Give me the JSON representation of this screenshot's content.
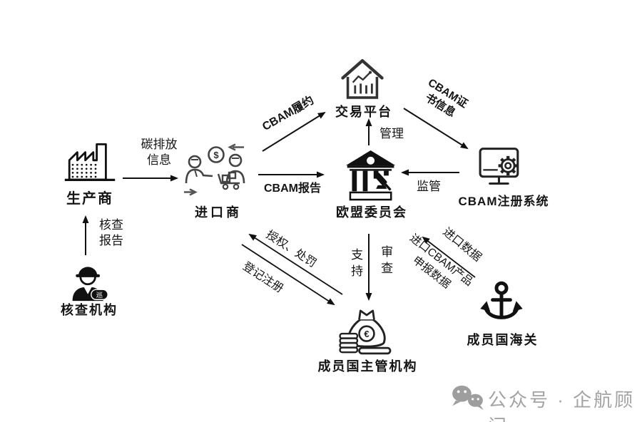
{
  "nodes": {
    "producer": {
      "label": "生产商"
    },
    "verifier": {
      "label": "核查机构",
      "badge": "巡"
    },
    "importer": {
      "label": "进口商",
      "coin_symbol": "$"
    },
    "platform": {
      "label": "交易平台"
    },
    "commission": {
      "label": "欧盟委员会"
    },
    "registry": {
      "label": "CBAM注册系统"
    },
    "authority": {
      "label": "成员国主管机构",
      "currency_symbol": "€"
    },
    "customs": {
      "label": "成员国海关"
    }
  },
  "edges": {
    "carbon_info": {
      "label": "碳排放\n信息",
      "from": "producer",
      "to": "importer"
    },
    "verify_report": {
      "label": "核查\n报告",
      "from": "verifier",
      "to": "producer"
    },
    "cbam_compliance": {
      "label": "CBAM履约",
      "from": "importer",
      "to": "platform"
    },
    "cbam_report": {
      "label": "CBAM报告",
      "from": "importer",
      "to": "commission"
    },
    "manage": {
      "label": "管理",
      "from": "commission",
      "to": "platform"
    },
    "supervise": {
      "label": "监管",
      "from": "registry",
      "to": "commission"
    },
    "cert_info": {
      "label": "CBAM证\n书信息",
      "from": "platform",
      "to": "registry"
    },
    "authorize_punish": {
      "label": "授权、处罚",
      "from": "authority",
      "to": "importer"
    },
    "register": {
      "label": "登记注册",
      "from": "importer",
      "to": "authority"
    },
    "support": {
      "label": "支持",
      "from": "commission",
      "to": "authority"
    },
    "review": {
      "label": "审查",
      "from": "commission",
      "to": "authority"
    },
    "import_data": {
      "label": "进口数据",
      "from": "customs",
      "to": "commission"
    },
    "declare_data": {
      "label": "进口CBAM产品\n申报数据",
      "from": "customs",
      "to": "commission"
    }
  },
  "watermark": {
    "text": "公众号 · 企航顾问"
  },
  "colors": {
    "line": "#111111",
    "watermark": "#a3a3a3"
  }
}
